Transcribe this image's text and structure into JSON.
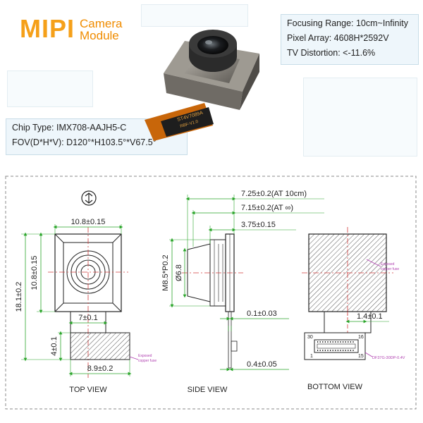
{
  "header": {
    "brand_main": "MIPI",
    "brand_sub_line1": "Camera",
    "brand_sub_line2": "Module"
  },
  "specs_right": [
    "Focusing Range: 10cm~Infinity",
    "Pixel Array:  4608H*2592V",
    "TV Distortion: <-11.6%"
  ],
  "specs_left": [
    "Chip Type: IMX708-AAJH5-C",
    "FOV(D*H*V): D120°*H103.5°*V67.5°"
  ],
  "photo": {
    "flex_text_line1": "ST4V7089A",
    "flex_text_line2": "RBF-V1.0"
  },
  "top_view": {
    "title": "TOP VIEW",
    "dim_width": "10.8±0.15",
    "dim_height_total": "18.1±0.2",
    "dim_height_body": "10.8±0.15",
    "dim_conn_width": "7±0.1",
    "dim_conn_height": "4±0.1",
    "dim_conn_outer": "8.9±0.2",
    "note_line1": "Exposed",
    "note_line2": "copper   fuse"
  },
  "side_view": {
    "title": "SIDE VIEW",
    "dim_total_height_10cm": "7.25±0.2(AT 10cm)",
    "dim_total_height_inf": "7.15±0.2(AT ∞)",
    "dim_body_height": "3.75±0.15",
    "dim_thread": "M8.5*P0.2",
    "dim_lens_dia": "Ø6.8",
    "dim_gap": "0.1±0.03",
    "dim_flex_thickness": "0.4±0.05"
  },
  "bottom_view": {
    "title": "BOTTOM VIEW",
    "dim_conn_offset": "1.4±0.1",
    "pin_30": "30",
    "pin_16": "16",
    "pin_1": "1",
    "pin_15": "15",
    "connector_part": "DF37G-30DP-0.4V",
    "note_line1": "Exposed",
    "note_line2": "copper   fuse"
  },
  "colors": {
    "dimension": "#2aa52a",
    "centerline": "#d23c3c",
    "brand": "#f5a01a",
    "outline": "#222222",
    "annotation": "#b040b0"
  }
}
